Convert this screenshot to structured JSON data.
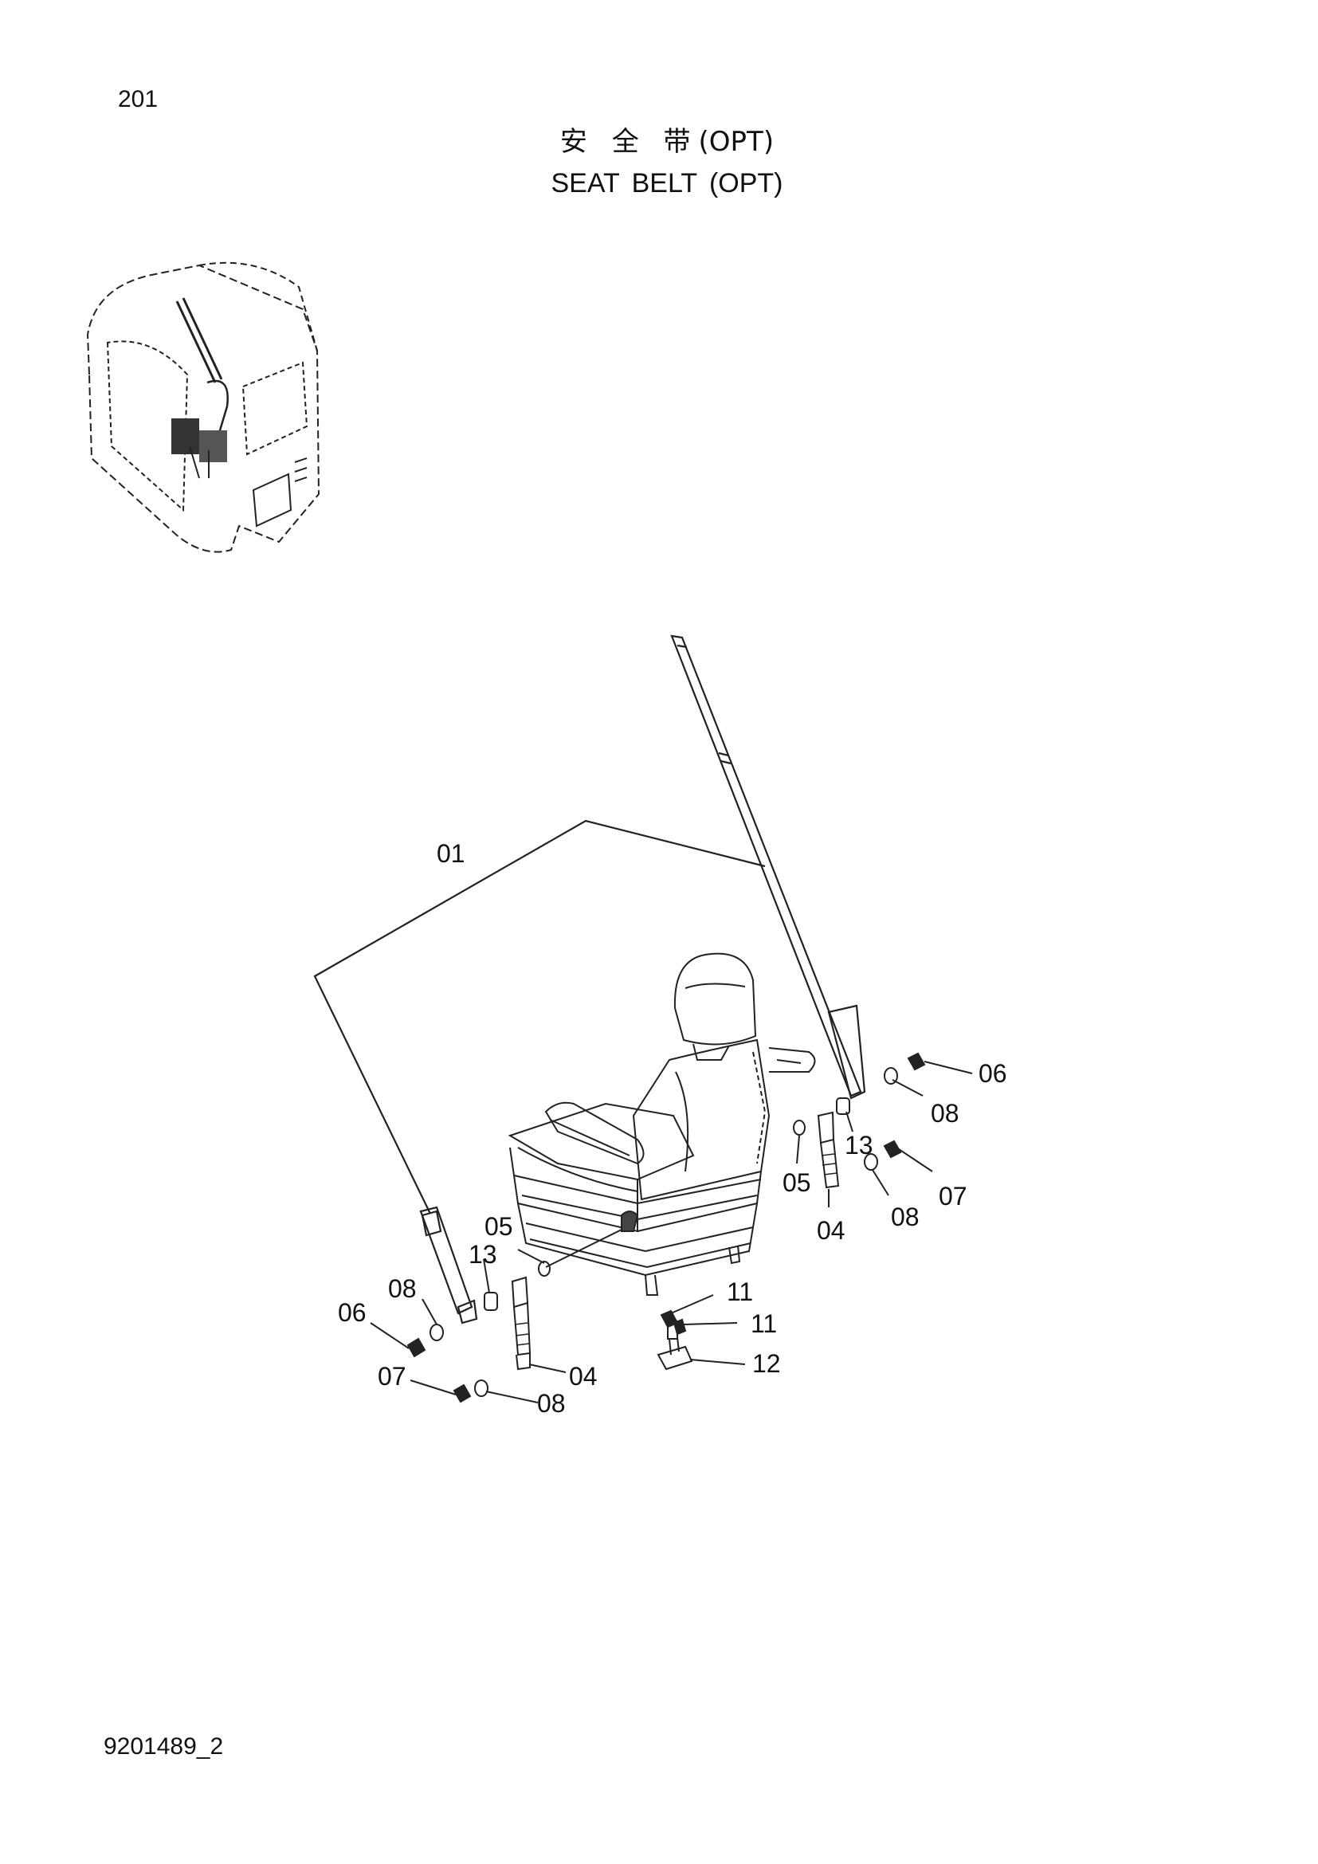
{
  "page_number": "201",
  "title_chinese": "安 全 带",
  "title_chinese_suffix": "(OPT)",
  "title_english": "SEAT BELT (OPT)",
  "document_code": "9201489_2",
  "callouts": [
    "01",
    "04",
    "04",
    "05",
    "05",
    "06",
    "06",
    "07",
    "07",
    "08",
    "08",
    "08",
    "08",
    "11",
    "11",
    "12",
    "13",
    "13"
  ],
  "labels": {
    "c01": "01",
    "c04a": "04",
    "c04b": "04",
    "c05a": "05",
    "c05b": "05",
    "c06a": "06",
    "c06b": "06",
    "c07a": "07",
    "c07b": "07",
    "c08a": "08",
    "c08b": "08",
    "c08c": "08",
    "c08d": "08",
    "c11a": "11",
    "c11b": "11",
    "c12": "12",
    "c13a": "13",
    "c13b": "13"
  }
}
